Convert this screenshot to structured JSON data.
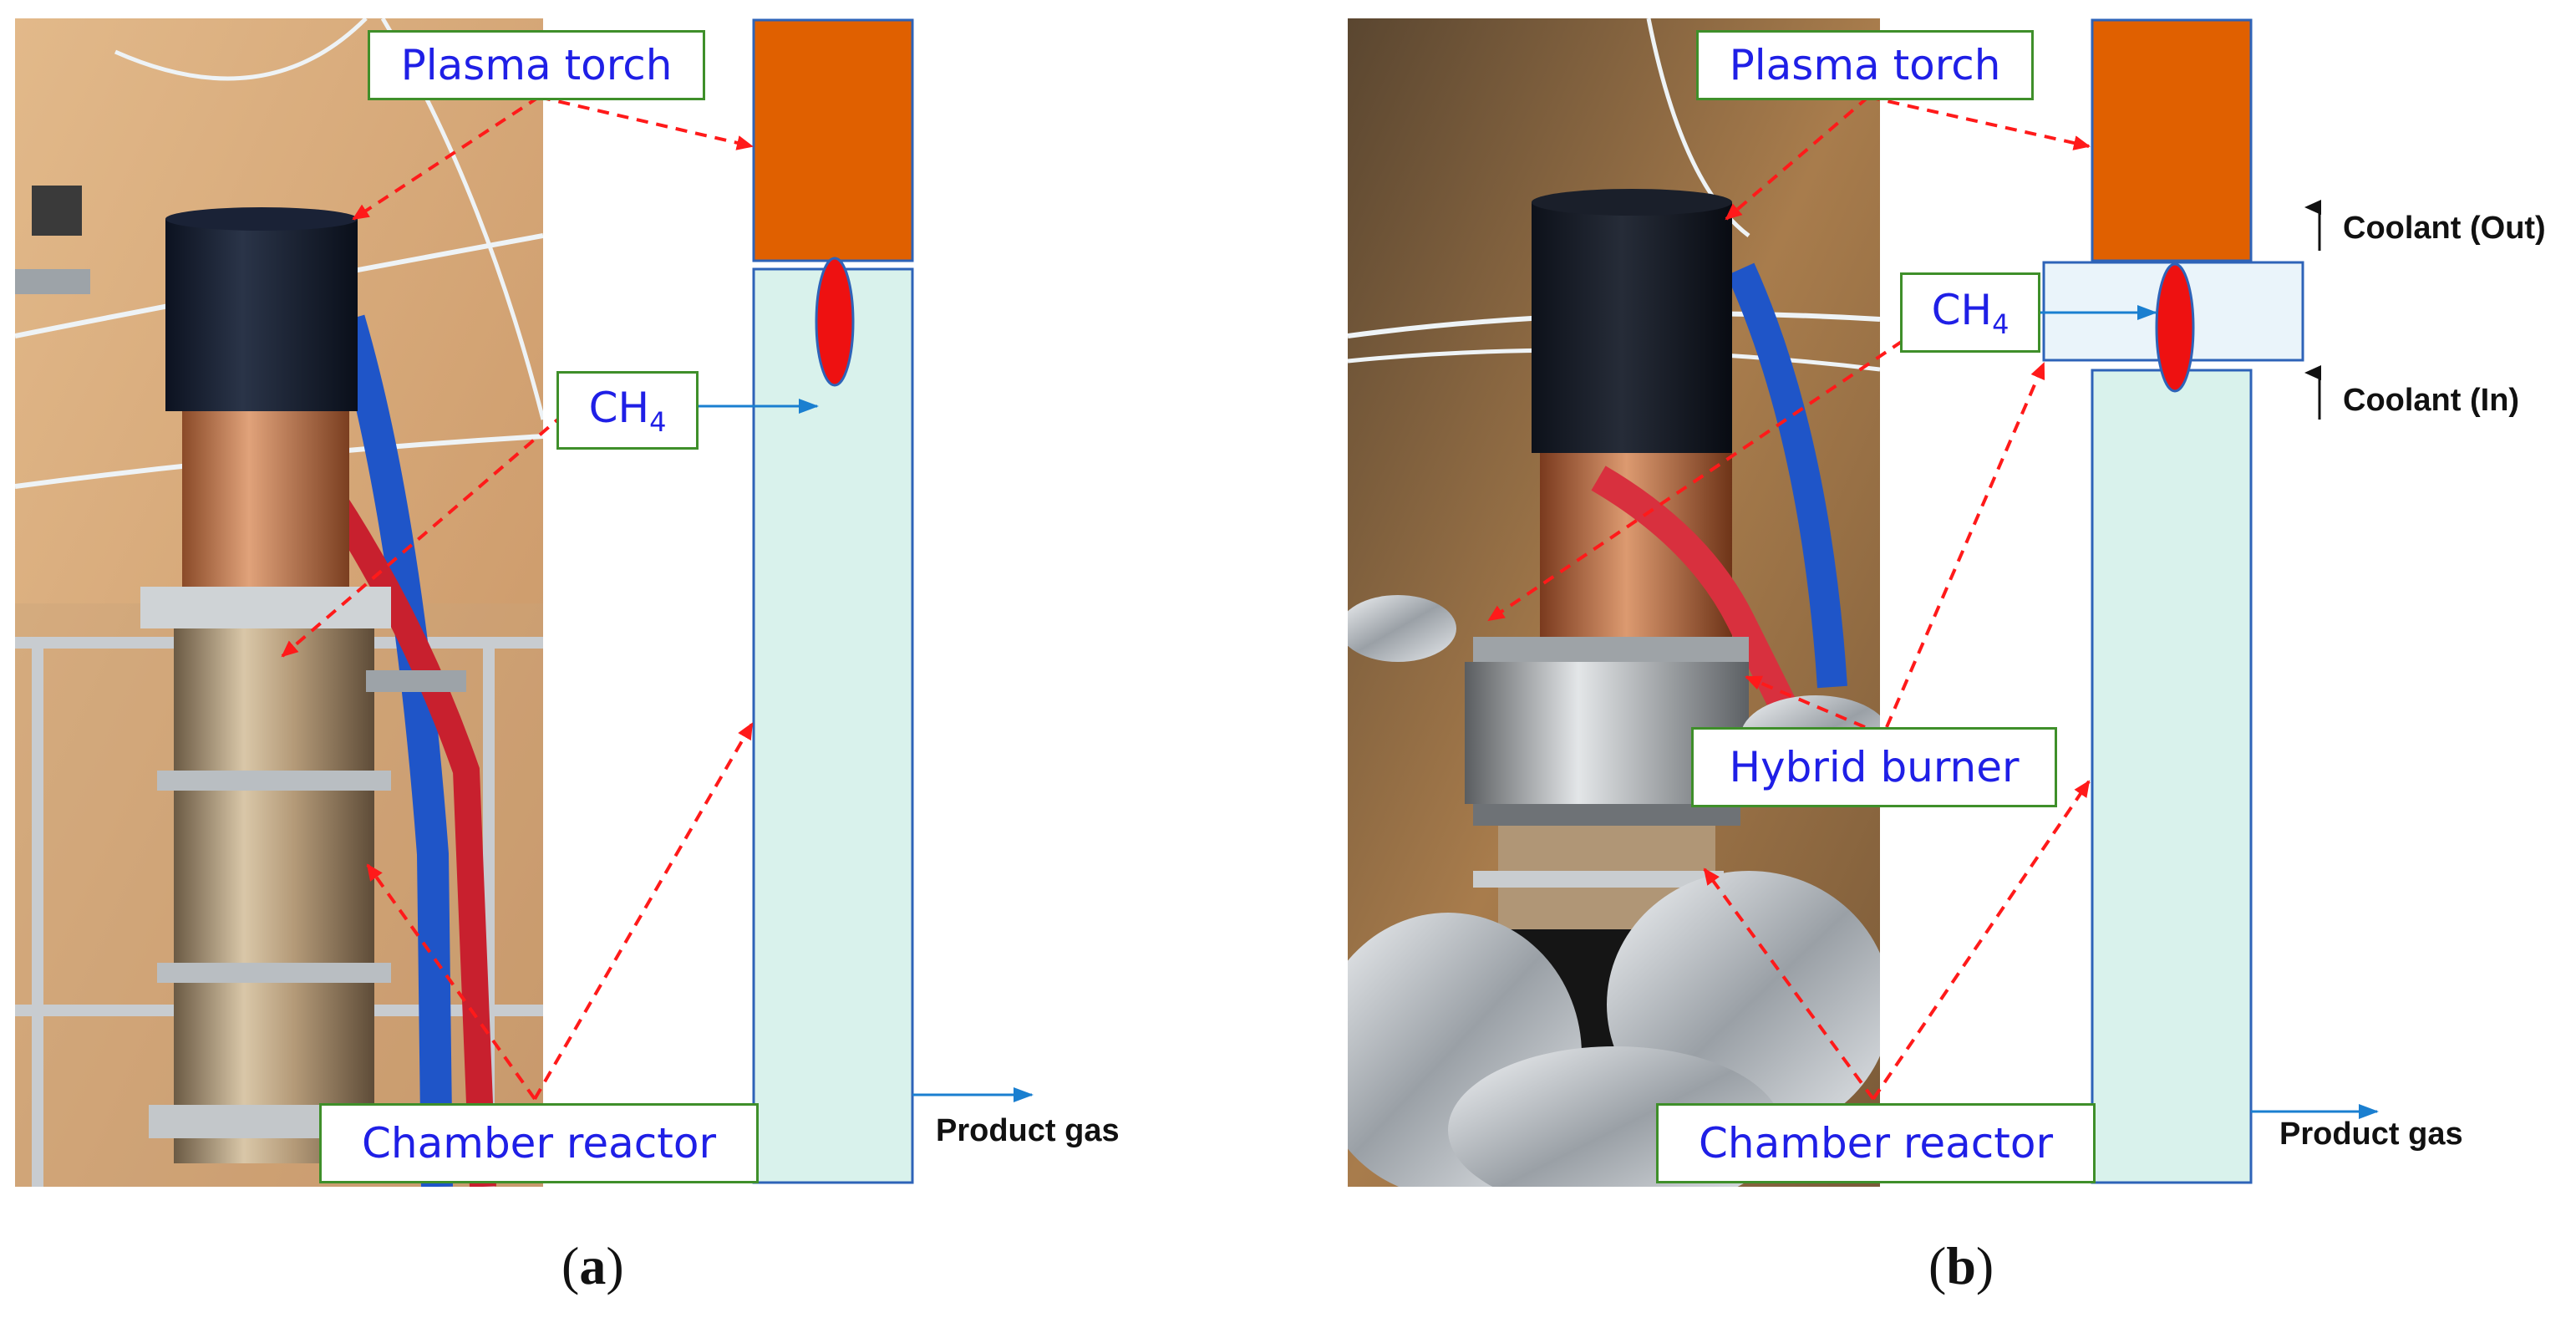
{
  "labels": {
    "plasma_torch": "Plasma torch",
    "ch4_prefix": "CH",
    "ch4_sub": "4",
    "chamber_reactor": "Chamber reactor",
    "hybrid_burner": "Hybrid burner",
    "product_gas": "Product gas",
    "coolant_out": "Coolant (Out)",
    "coolant_in": "Coolant (In)"
  },
  "captions": {
    "a_open": "(",
    "a_letter": "a",
    "a_close": ")",
    "b_open": "(",
    "b_letter": "b",
    "b_close": ")"
  },
  "colors": {
    "label_border": "#3f8f2a",
    "label_text": "#1f1fe6",
    "torch_fill": "#e06000",
    "reactor_fill": "#d9f2ec",
    "reactor_stroke": "#2e63b8",
    "flame_fill": "#ee1111",
    "pointer_red": "#ff1a1a",
    "arrow_blue": "#1a7fd0"
  }
}
